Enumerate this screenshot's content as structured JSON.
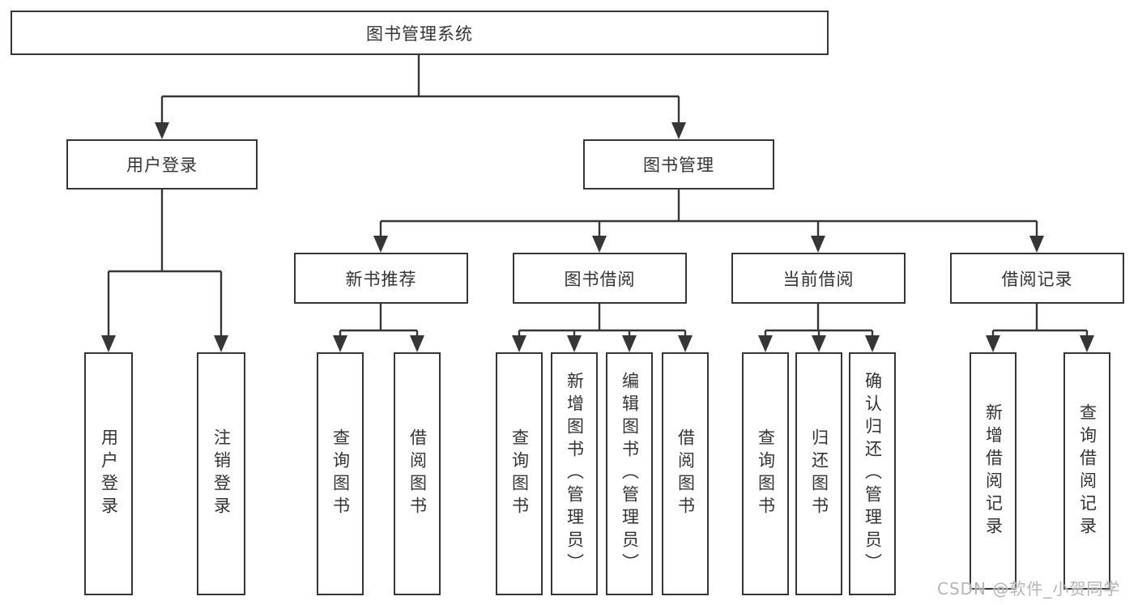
{
  "diagram": {
    "type": "hierarchy-tree",
    "orientation": "top-down",
    "colors": {
      "line": "#363636",
      "box_border": "#363636",
      "box_fill": "#ffffff",
      "text": "#333333",
      "watermark_text": "#b4b4b4",
      "background": "#ffffff"
    }
  },
  "tree": {
    "root": {
      "label": "图书管理系统",
      "children": [
        {
          "label": "用户登录",
          "children": [
            {
              "label": "用户登录"
            },
            {
              "label": "注销登录"
            }
          ]
        },
        {
          "label": "图书管理",
          "children": [
            {
              "label": "新书推荐",
              "children": [
                {
                  "label": "查询图书"
                },
                {
                  "label": "借阅图书"
                }
              ]
            },
            {
              "label": "图书借阅",
              "children": [
                {
                  "label": "查询图书"
                },
                {
                  "label": "新增图书（管理员）"
                },
                {
                  "label": "编辑图书（管理员）"
                },
                {
                  "label": "借阅图书"
                }
              ]
            },
            {
              "label": "当前借阅",
              "children": [
                {
                  "label": "查询图书"
                },
                {
                  "label": "归还图书"
                },
                {
                  "label": "确认归还（管理员）"
                }
              ]
            },
            {
              "label": "借阅记录",
              "children": [
                {
                  "label": "新增借阅记录"
                },
                {
                  "label": "查询借阅记录"
                }
              ]
            }
          ]
        }
      ]
    }
  },
  "watermark": {
    "text": "CSDN @软件_小贺同学"
  }
}
